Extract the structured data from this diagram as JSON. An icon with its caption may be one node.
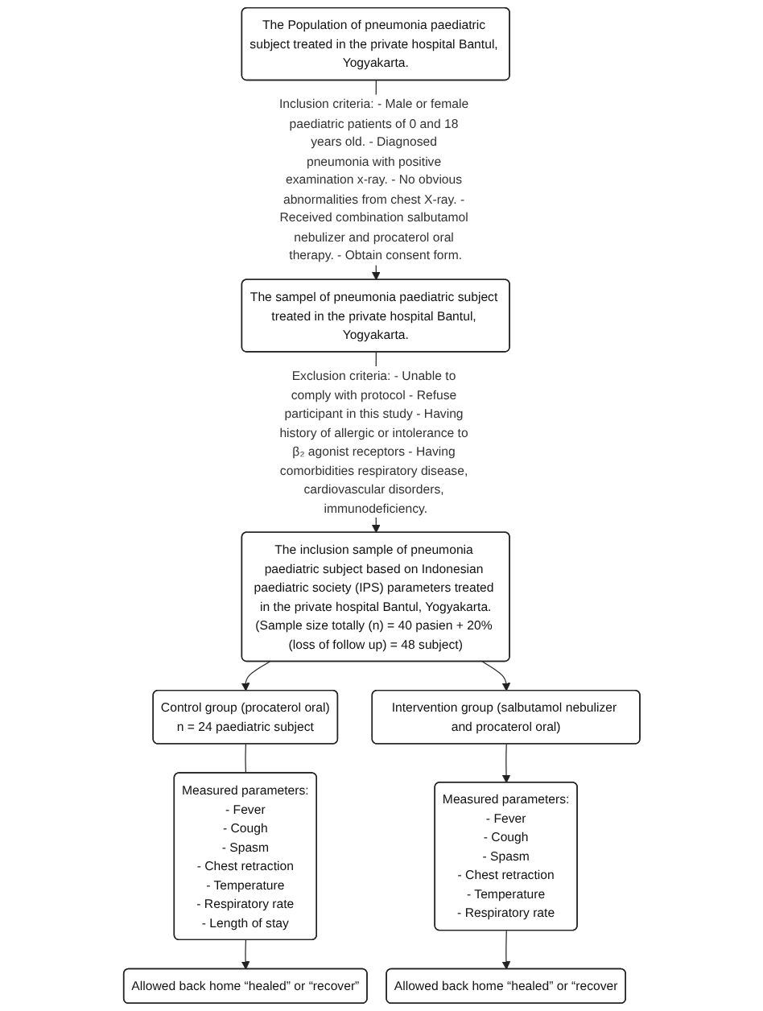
{
  "diagram": {
    "nodes": [
      {
        "text": [
          "The Population of pneumonia paediatric subject treated in the private hospital Bantul, Yogyakarta."
        ]
      },
      {
        "text": [
          "The sampel of pneumonia paediatric subject treated in the private hospital Bantul, Yogyakarta."
        ]
      },
      {
        "text": [
          "The inclusion sample of pneumonia paediatric subject based on Indonesian paediatric society (IPS) parameters treated in the private hospital Bantul, Yogyakarta.",
          "(Sample size totally (n) = 40 pasien + 20% (loss of follow up) = 48 subject)"
        ]
      },
      {
        "text": [
          "Control group (procaterol oral)",
          "n = 24 paediatric subject"
        ]
      },
      {
        "text": [
          "Intervention group (salbutamol nebulizer and procaterol oral)"
        ]
      },
      {
        "text": [
          "Measured parameters:",
          "- Fever",
          "- Cough",
          "- Spasm",
          "- Chest retraction",
          "- Temperature",
          "- Respiratory rate",
          "- Length of stay"
        ]
      },
      {
        "text": [
          "Measured parameters:",
          "- Fever",
          "- Cough",
          "- Spasm",
          "- Chest retraction",
          "- Temperature",
          "- Respiratory rate"
        ]
      },
      {
        "text": [
          "Allowed back home “healed” or “recover”"
        ]
      },
      {
        "text": [
          "Allowed back home “healed” or “recover"
        ]
      }
    ],
    "edges": [
      {
        "from": 0,
        "to": 1,
        "arrow": "to",
        "label": "Inclusion criteria: - Male or female paediatric patients of 0 and 18 years old. - Diagnosed pneumonia with positive examination x-ray. - No obvious abnormalities from chest X-ray. - Received combination salbutamol nebulizer and procaterol oral therapy. - Obtain consent form."
      },
      {
        "from": 1,
        "to": 2,
        "arrow": "to",
        "label": "Exclusion criteria: - Unable to comply with protocol - Refuse participant in this study - Having history of allergic or intolerance to β₂ agonist receptors - Having comorbidities respiratory disease, cardiovascular disorders, immunodeficiency."
      },
      {
        "from": 2,
        "to": 3,
        "arrow": "to"
      },
      {
        "from": 2,
        "to": 4,
        "arrow": "to"
      },
      {
        "from": 3,
        "to": 5,
        "arrow": "none"
      },
      {
        "from": 4,
        "to": 6,
        "arrow": "to"
      },
      {
        "from": 5,
        "to": 7,
        "arrow": "to"
      },
      {
        "from": 6,
        "to": 8,
        "arrow": "to"
      }
    ]
  }
}
